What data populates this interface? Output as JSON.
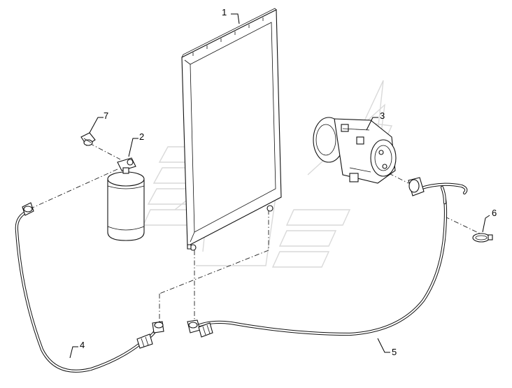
{
  "diagram": {
    "callouts": [
      {
        "id": "1",
        "label": "1"
      },
      {
        "id": "2",
        "label": "2"
      },
      {
        "id": "3",
        "label": "3"
      },
      {
        "id": "4",
        "label": "4"
      },
      {
        "id": "5",
        "label": "5"
      },
      {
        "id": "6",
        "label": "6"
      },
      {
        "id": "7",
        "label": "7"
      }
    ],
    "parts": [
      {
        "callout": "1",
        "icon": "condenser-icon"
      },
      {
        "callout": "2",
        "icon": "receiver-drier-icon"
      },
      {
        "callout": "3",
        "icon": "compressor-icon"
      },
      {
        "callout": "4",
        "icon": "hose-icon"
      },
      {
        "callout": "5",
        "icon": "hose-icon"
      },
      {
        "callout": "6",
        "icon": "clamp-icon"
      },
      {
        "callout": "7",
        "icon": "fitting-icon"
      }
    ],
    "colors": {
      "line": "#111111",
      "watermark": "#d9d9d9",
      "background": "#ffffff"
    }
  }
}
